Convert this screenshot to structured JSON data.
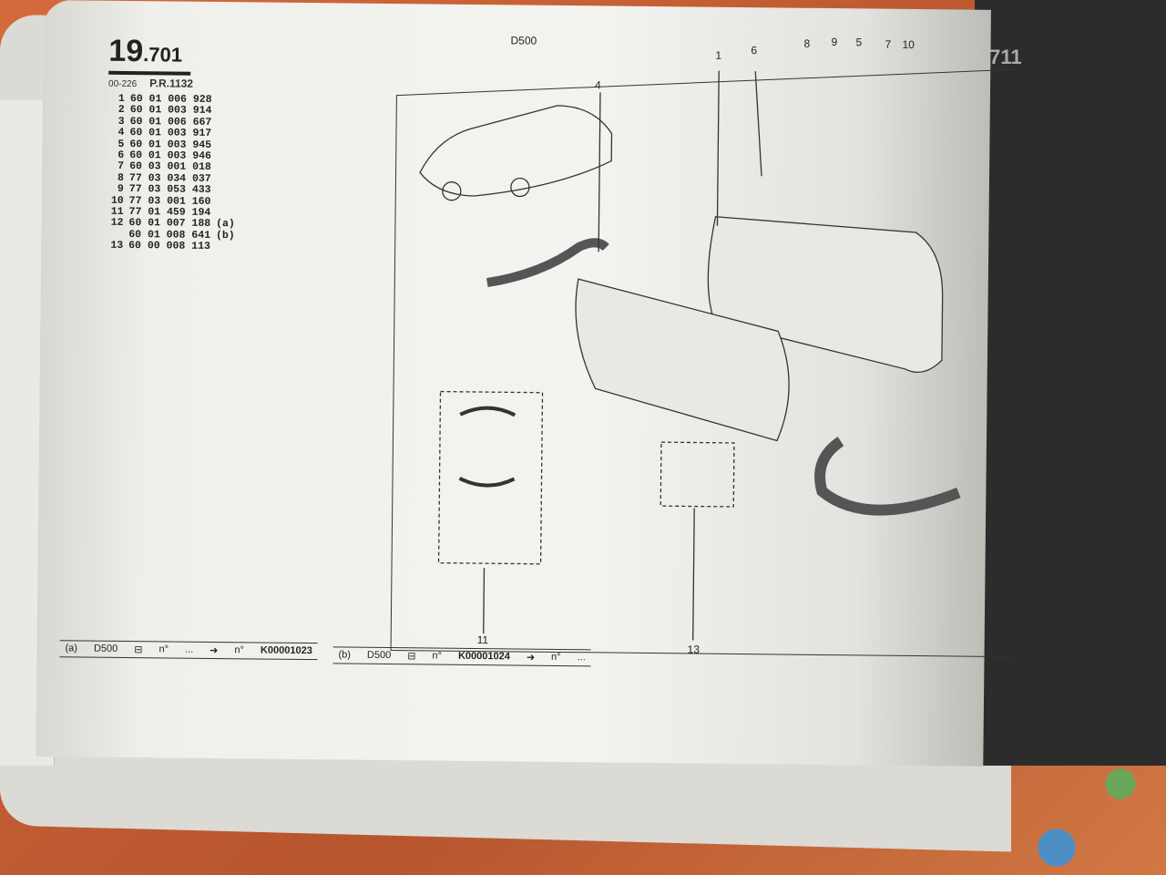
{
  "header": {
    "section": "19",
    "subsection": ".701",
    "code": "00-226",
    "pr": "P.R.1132"
  },
  "diagram_title": "D500",
  "parts": [
    {
      "n": "1",
      "ref": "60 01 006 928",
      "v": ""
    },
    {
      "n": "2",
      "ref": "60 01 003 914",
      "v": ""
    },
    {
      "n": "3",
      "ref": "60 01 006 667",
      "v": ""
    },
    {
      "n": "4",
      "ref": "60 01 003 917",
      "v": ""
    },
    {
      "n": "5",
      "ref": "60 01 003 945",
      "v": ""
    },
    {
      "n": "6",
      "ref": "60 01 003 946",
      "v": ""
    },
    {
      "n": "7",
      "ref": "60 03 001 018",
      "v": ""
    },
    {
      "n": "8",
      "ref": "77 03 034 037",
      "v": ""
    },
    {
      "n": "9",
      "ref": "77 03 053 433",
      "v": ""
    },
    {
      "n": "10",
      "ref": "77 03 001 160",
      "v": ""
    },
    {
      "n": "11",
      "ref": "77 01 459 194",
      "v": ""
    },
    {
      "n": "12",
      "ref": "60 01 007 188",
      "v": "(a)"
    },
    {
      "n": "",
      "ref": "60 01 008 641",
      "v": "(b)"
    },
    {
      "n": "13",
      "ref": "60 00 008 113",
      "v": ""
    }
  ],
  "callouts": [
    "1",
    "6",
    "8",
    "9",
    "5",
    "7",
    "10",
    "4",
    "11",
    "13"
  ],
  "notes": [
    {
      "tag": "(a)",
      "model": "D500",
      "from_label": "n°",
      "from": "...",
      "to_label": "n°",
      "to": "K00001023"
    },
    {
      "tag": "(b)",
      "model": "D500",
      "from_label": "n°",
      "from": "K00001024",
      "to_label": "n°",
      "to": "..."
    }
  ],
  "next_page": ".711"
}
